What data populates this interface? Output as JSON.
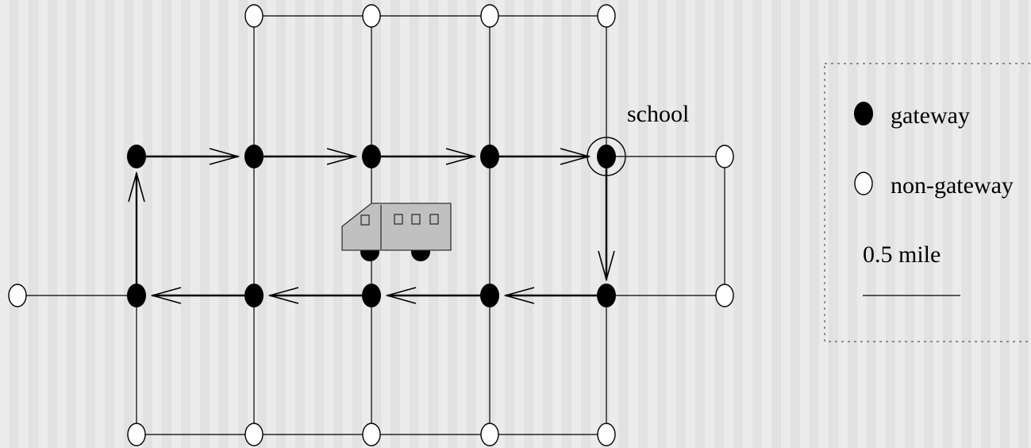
{
  "labels": {
    "school": "school"
  },
  "legend": {
    "gateway": "gateway",
    "non_gateway": "non-gateway",
    "scale": "0.5 mile"
  },
  "colors": {
    "gateway_fill": "#000000",
    "non_gateway_fill": "#ffffff",
    "bus_fill": "#c0c0c0",
    "line": "#000000"
  },
  "icons": [
    "bus-icon",
    "school-ring-icon"
  ],
  "route": {
    "direction": "clockwise",
    "stops": 10
  }
}
